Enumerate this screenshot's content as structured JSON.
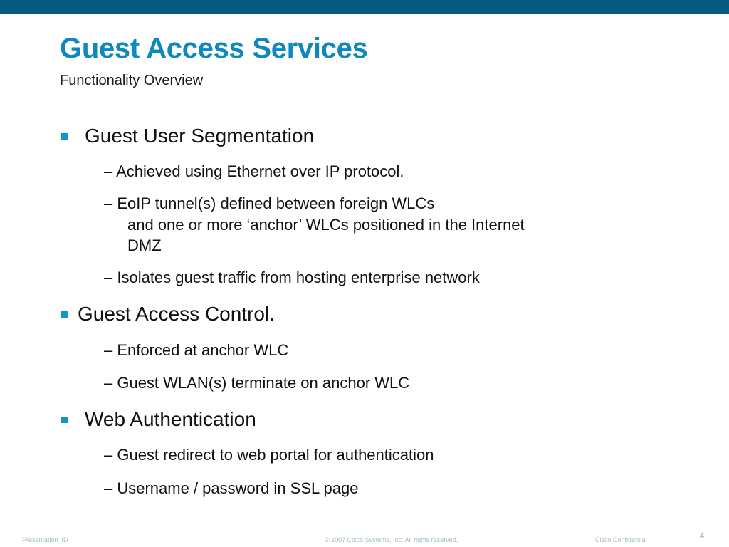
{
  "header": {
    "title": "Guest Access Services",
    "subtitle": "Functionality Overview"
  },
  "sections": [
    {
      "heading": "Guest User Segmentation",
      "items": [
        "– Achieved using Ethernet over IP protocol.",
        "– EoIP tunnel(s) defined between foreign WLCs",
        "and one or more ‘anchor’ WLCs positioned in the Internet",
        "DMZ",
        "– Isolates guest traffic from hosting enterprise network"
      ]
    },
    {
      "heading": "Guest Access Control.",
      "items": [
        "– Enforced at anchor WLC",
        "– Guest WLAN(s) terminate on anchor WLC"
      ]
    },
    {
      "heading": "Web Authentication",
      "items": [
        "– Guest redirect to web portal for authentication",
        "– Username / password in SSL page"
      ]
    }
  ],
  "footer": {
    "presentation_id": "Presentation_ID",
    "copyright": "© 2007 Cisco Systems, Inc. All rights reserved.",
    "confidential": "Cisco Confidential",
    "page_number": "4"
  },
  "colors": {
    "top_bar": "#07597e",
    "title": "#0e88be",
    "bullet": "#1493cf"
  }
}
